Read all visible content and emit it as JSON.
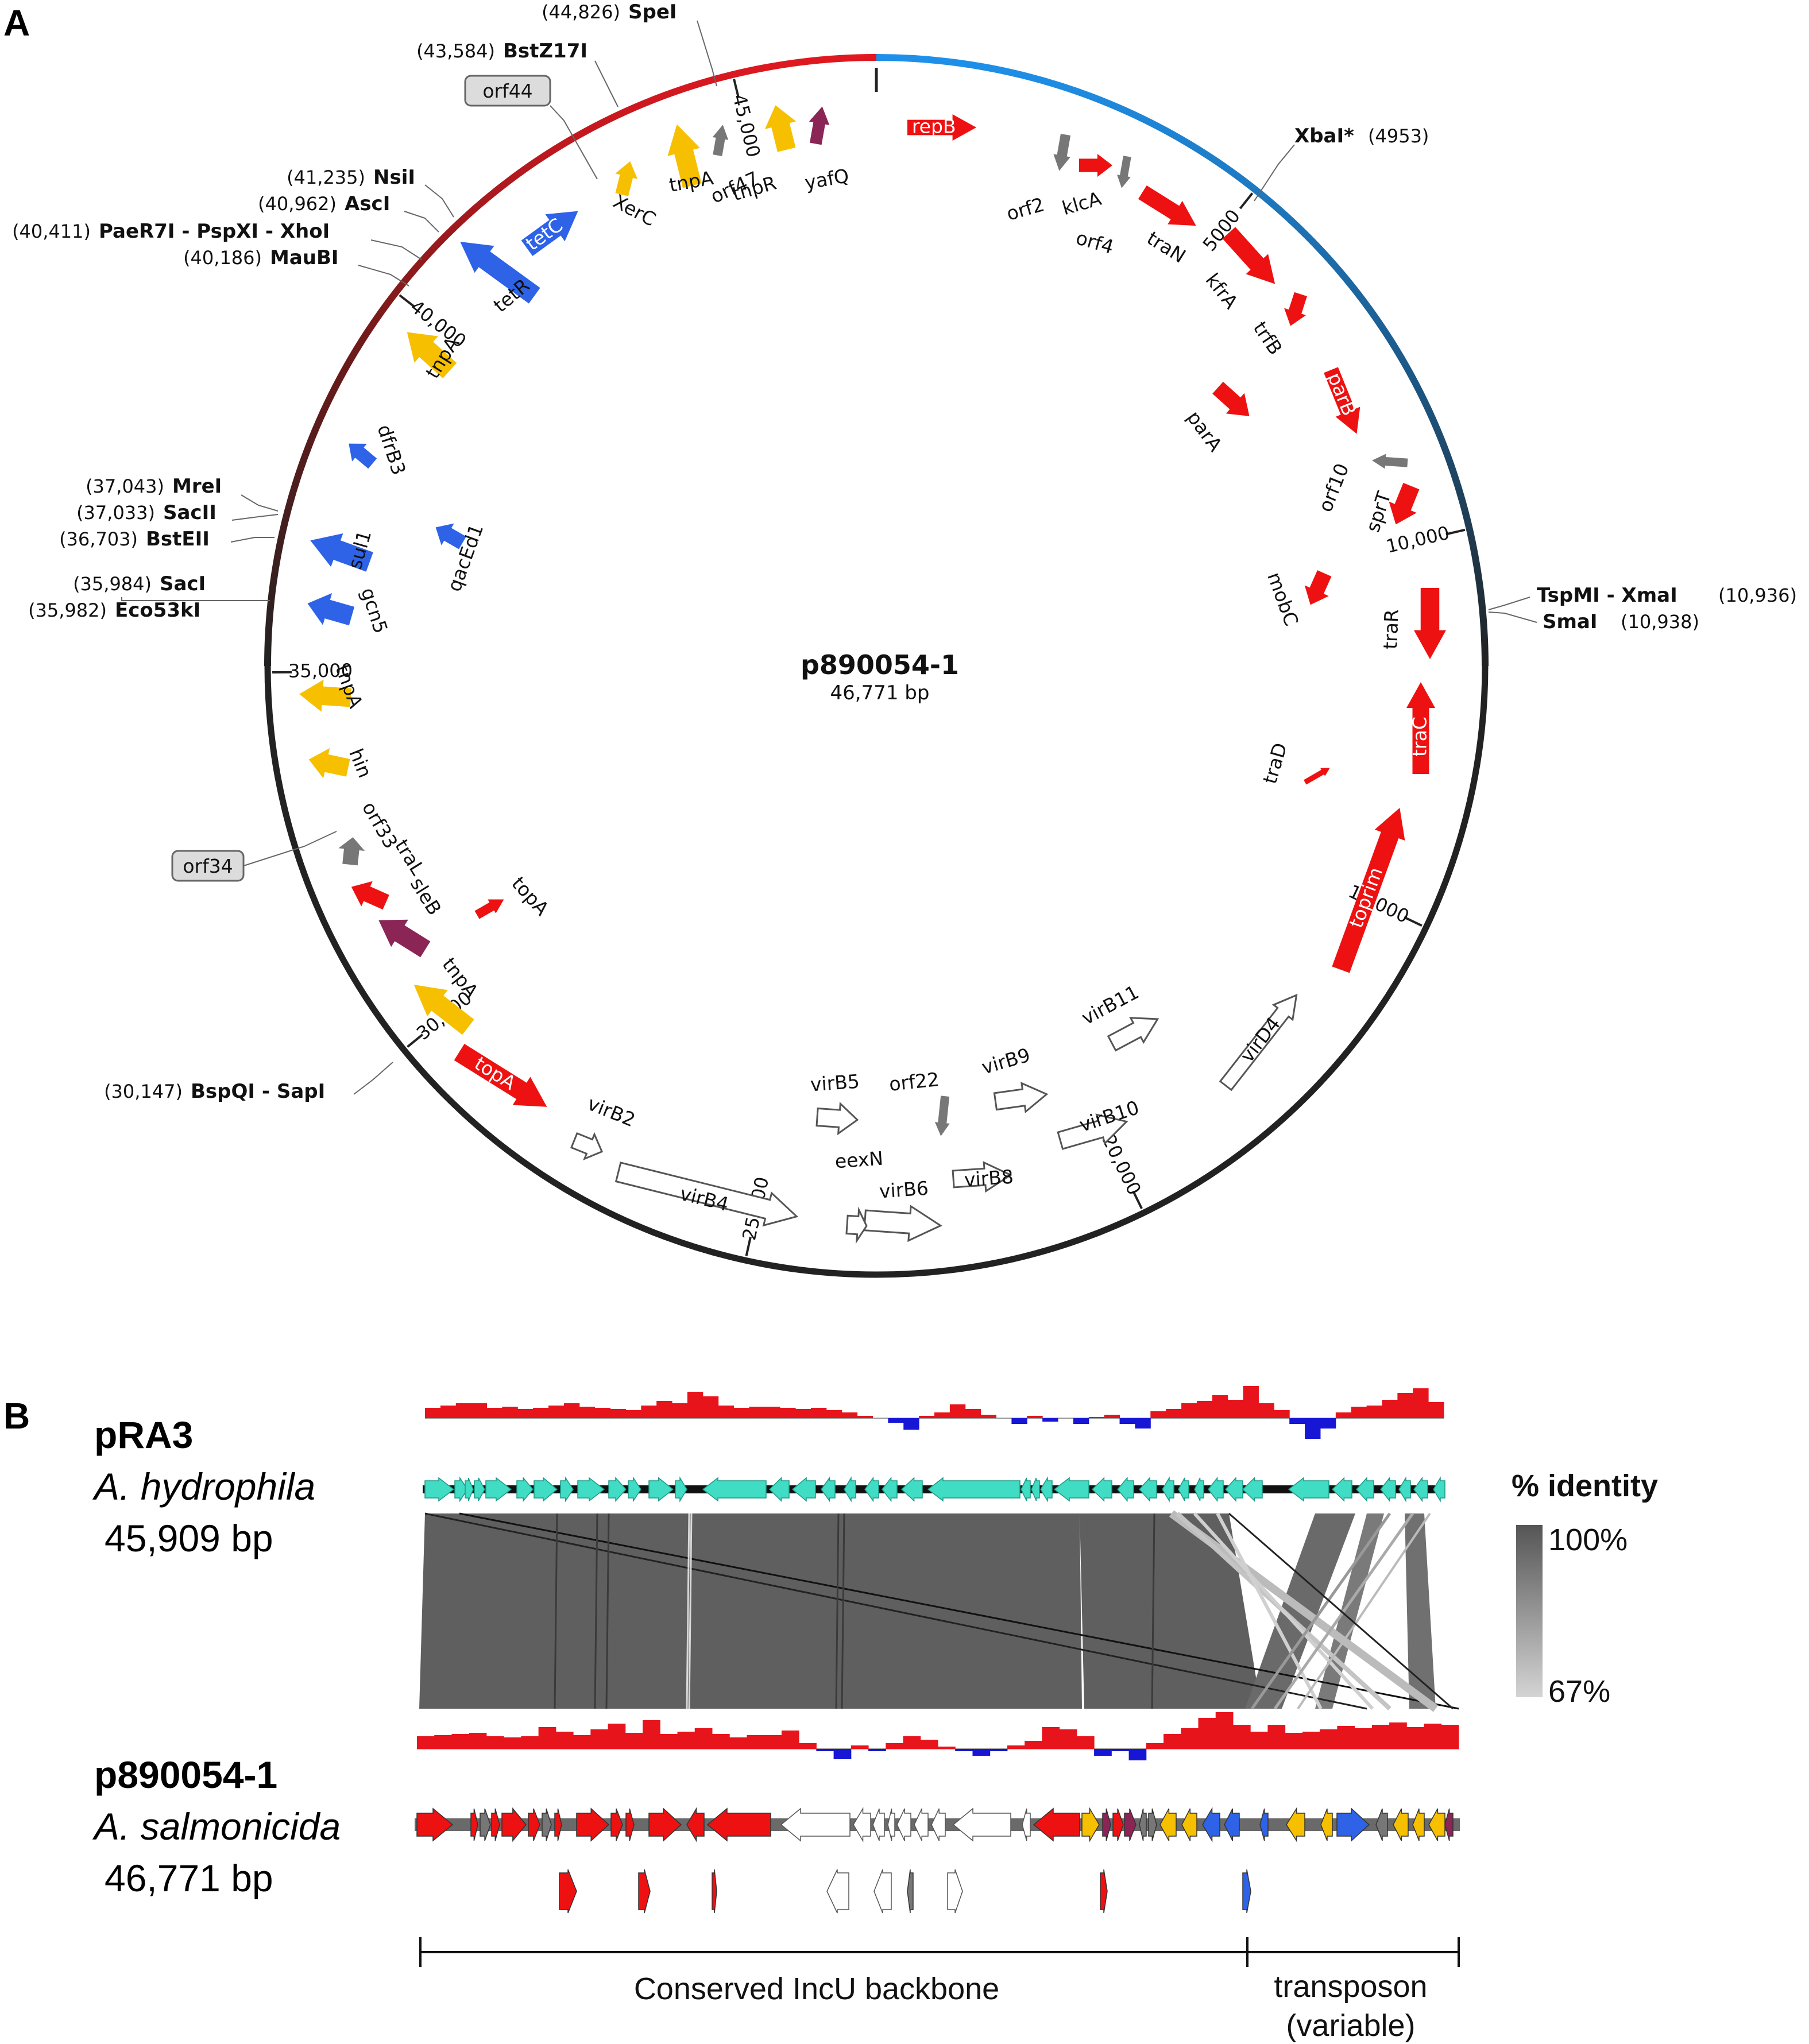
{
  "panel_a": {
    "letter": "A",
    "plasmid_name": "p890054-1",
    "plasmid_size": "46,771 bp",
    "total_bp": 46771,
    "ticks": [
      "5000",
      "10,000",
      "15,000",
      "20,000",
      "25,000",
      "30,000",
      "35,000",
      "40,000",
      "45,000"
    ],
    "boxed_labels": [
      "orf44",
      "orf34"
    ],
    "sites": [
      {
        "num": "(44,826)",
        "name": "SpeI"
      },
      {
        "num": "(43,584)",
        "name": "BstZ17I"
      },
      {
        "num": "(41,235)",
        "name": "NsiI"
      },
      {
        "num": "(40,962)",
        "name": "AscI"
      },
      {
        "num": "(40,411)",
        "name": "PaeR7I - PspXI - XhoI"
      },
      {
        "num": "(40,186)",
        "name": "MauBI"
      },
      {
        "num": "(37,043)",
        "name": "MreI"
      },
      {
        "num": "(37,033)",
        "name": "SacII"
      },
      {
        "num": "(36,703)",
        "name": "BstEII"
      },
      {
        "num": "(35,984)",
        "name": "SacI"
      },
      {
        "num": "(35,982)",
        "name": "Eco53kI"
      },
      {
        "num": "(30,147)",
        "name": "BspQI - SapI"
      },
      {
        "name": "XbaI*",
        "num": "(4953)"
      },
      {
        "name": "TspMI - XmaI",
        "num": "(10,936)"
      },
      {
        "name": "SmaI",
        "num": "(10,938)"
      }
    ],
    "genes": [
      {
        "name": "repB",
        "color": "#ee1111"
      },
      {
        "name": "orf2",
        "color": "#777777"
      },
      {
        "name": "klcA",
        "color": "#ee1111"
      },
      {
        "name": "orf4",
        "color": "#777777"
      },
      {
        "name": "traN",
        "color": "#ee1111"
      },
      {
        "name": "kfrA",
        "color": "#ee1111"
      },
      {
        "name": "trfB",
        "color": "#ee1111"
      },
      {
        "name": "parA",
        "color": "#ee1111"
      },
      {
        "name": "parB",
        "color": "#ee1111"
      },
      {
        "name": "orf10",
        "color": "#777777"
      },
      {
        "name": "sprT",
        "color": "#ee1111"
      },
      {
        "name": "mobC",
        "color": "#ee1111"
      },
      {
        "name": "traR",
        "color": "#ee1111"
      },
      {
        "name": "traC",
        "color": "#ee1111"
      },
      {
        "name": "traD",
        "color": "#ee1111"
      },
      {
        "name": "toprim",
        "color": "#ee1111"
      },
      {
        "name": "virD4",
        "color": "#ffffff"
      },
      {
        "name": "virB11",
        "color": "#ffffff"
      },
      {
        "name": "virB10",
        "color": "#ffffff"
      },
      {
        "name": "virB9",
        "color": "#ffffff"
      },
      {
        "name": "virB8",
        "color": "#ffffff"
      },
      {
        "name": "orf22",
        "color": "#777777"
      },
      {
        "name": "virB5",
        "color": "#ffffff"
      },
      {
        "name": "virB6",
        "color": "#ffffff"
      },
      {
        "name": "eexN",
        "color": "#ffffff"
      },
      {
        "name": "virB4",
        "color": "#ffffff"
      },
      {
        "name": "virB2",
        "color": "#ffffff"
      },
      {
        "name": "topA",
        "color": "#ee1111"
      },
      {
        "name": "tnpA",
        "color": "#f6c000"
      },
      {
        "name": "topA",
        "color": "#ee1111"
      },
      {
        "name": "sleB",
        "color": "#8a2556"
      },
      {
        "name": "traL",
        "color": "#ee1111"
      },
      {
        "name": "orf33",
        "color": "#777777"
      },
      {
        "name": "hin",
        "color": "#f6c000"
      },
      {
        "name": "tnpA",
        "color": "#f6c000"
      },
      {
        "name": "gcn5",
        "color": "#2e63e8"
      },
      {
        "name": "sul1",
        "color": "#2e63e8"
      },
      {
        "name": "qacEd1",
        "color": "#2e63e8"
      },
      {
        "name": "dfrB3",
        "color": "#2e63e8"
      },
      {
        "name": "tnpA",
        "color": "#f6c000"
      },
      {
        "name": "tetR",
        "color": "#2e63e8"
      },
      {
        "name": "tetC",
        "color": "#2e63e8"
      },
      {
        "name": "XerC",
        "color": "#f6c000"
      },
      {
        "name": "tnpA",
        "color": "#f6c000"
      },
      {
        "name": "orf47",
        "color": "#777777"
      },
      {
        "name": "tnpR",
        "color": "#f6c000"
      },
      {
        "name": "yafQ",
        "color": "#8a2556"
      }
    ]
  },
  "panel_b": {
    "letter": "B",
    "top": {
      "name": "pRA3",
      "species": "A. hydrophila",
      "size": "45,909 bp"
    },
    "bottom": {
      "name": "p890054-1",
      "species": "A. salmonicida",
      "size": "46,771 bp"
    },
    "legend": {
      "title": "% identity",
      "max": "100%",
      "min": "67%"
    },
    "regions": [
      {
        "label": "Conserved IncU backbone"
      },
      {
        "label": "transposon",
        "label2": "(variable)"
      }
    ],
    "colors": {
      "gc_pos": "#e8141c",
      "gc_neg": "#1616d4",
      "pra3_gene": "#40dcc4",
      "backbone": "#ee1111",
      "tra_white": "#ffffff",
      "tn_yellow": "#f6c000",
      "tn_blue": "#2e63e8",
      "tn_purple": "#8a2556",
      "grey": "#777777"
    }
  }
}
